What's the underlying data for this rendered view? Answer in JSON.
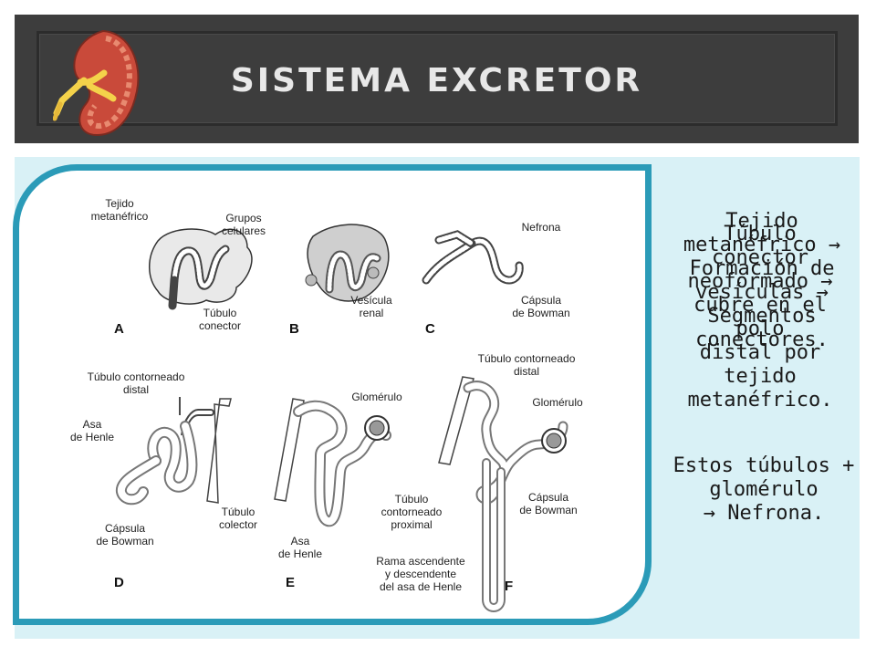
{
  "header": {
    "title": "SISTEMA EXCRETOR"
  },
  "figure": {
    "panels": [
      "A",
      "B",
      "C",
      "D",
      "E",
      "F"
    ],
    "labels": {
      "a_tejido": "Tejido\nmetanéfrico",
      "a_grupos": "Grupos\ncelulares",
      "a_tubulo": "Túbulo\nconector",
      "b_vesicula": "Vesícula\nrenal",
      "c_nefrona": "Nefrona",
      "c_capsula": "Cápsula\nde Bowman",
      "d_tubulo_dist": "Túbulo contorneado\ndistal",
      "d_asa": "Asa\nde Henle",
      "d_capsula": "Cápsula\nde Bowman",
      "d_colector": "Túbulo\ncolector",
      "e_glomerulo": "Glomérulo",
      "e_prox": "Túbulo\ncontorneado\nproximal",
      "e_asa": "Asa\nde Henle",
      "f_tubulo_dist": "Túbulo contorneado\ndistal",
      "f_glomerulo": "Glomérulo",
      "f_capsula": "Cápsula\nde Bowman",
      "f_rama": "Rama ascendente\ny descendente\ndel asa de Henle"
    }
  },
  "text": {
    "block1": "Tejido\nmetanéfrico →\nFormación de\nvesículas →\nSegmentos\nconectores.",
    "block2": "Túbulo\nconector\nneoformado →\ncubre en el\npolo\ndistal por\ntejido\nmetanéfrico.",
    "block3": "Estos túbulos +\nglomérulo\n→ Nefrona."
  },
  "colors": {
    "header_bg": "#3d3d3d",
    "content_bg": "#d9f1f6",
    "frame": "#2b9bb8"
  }
}
